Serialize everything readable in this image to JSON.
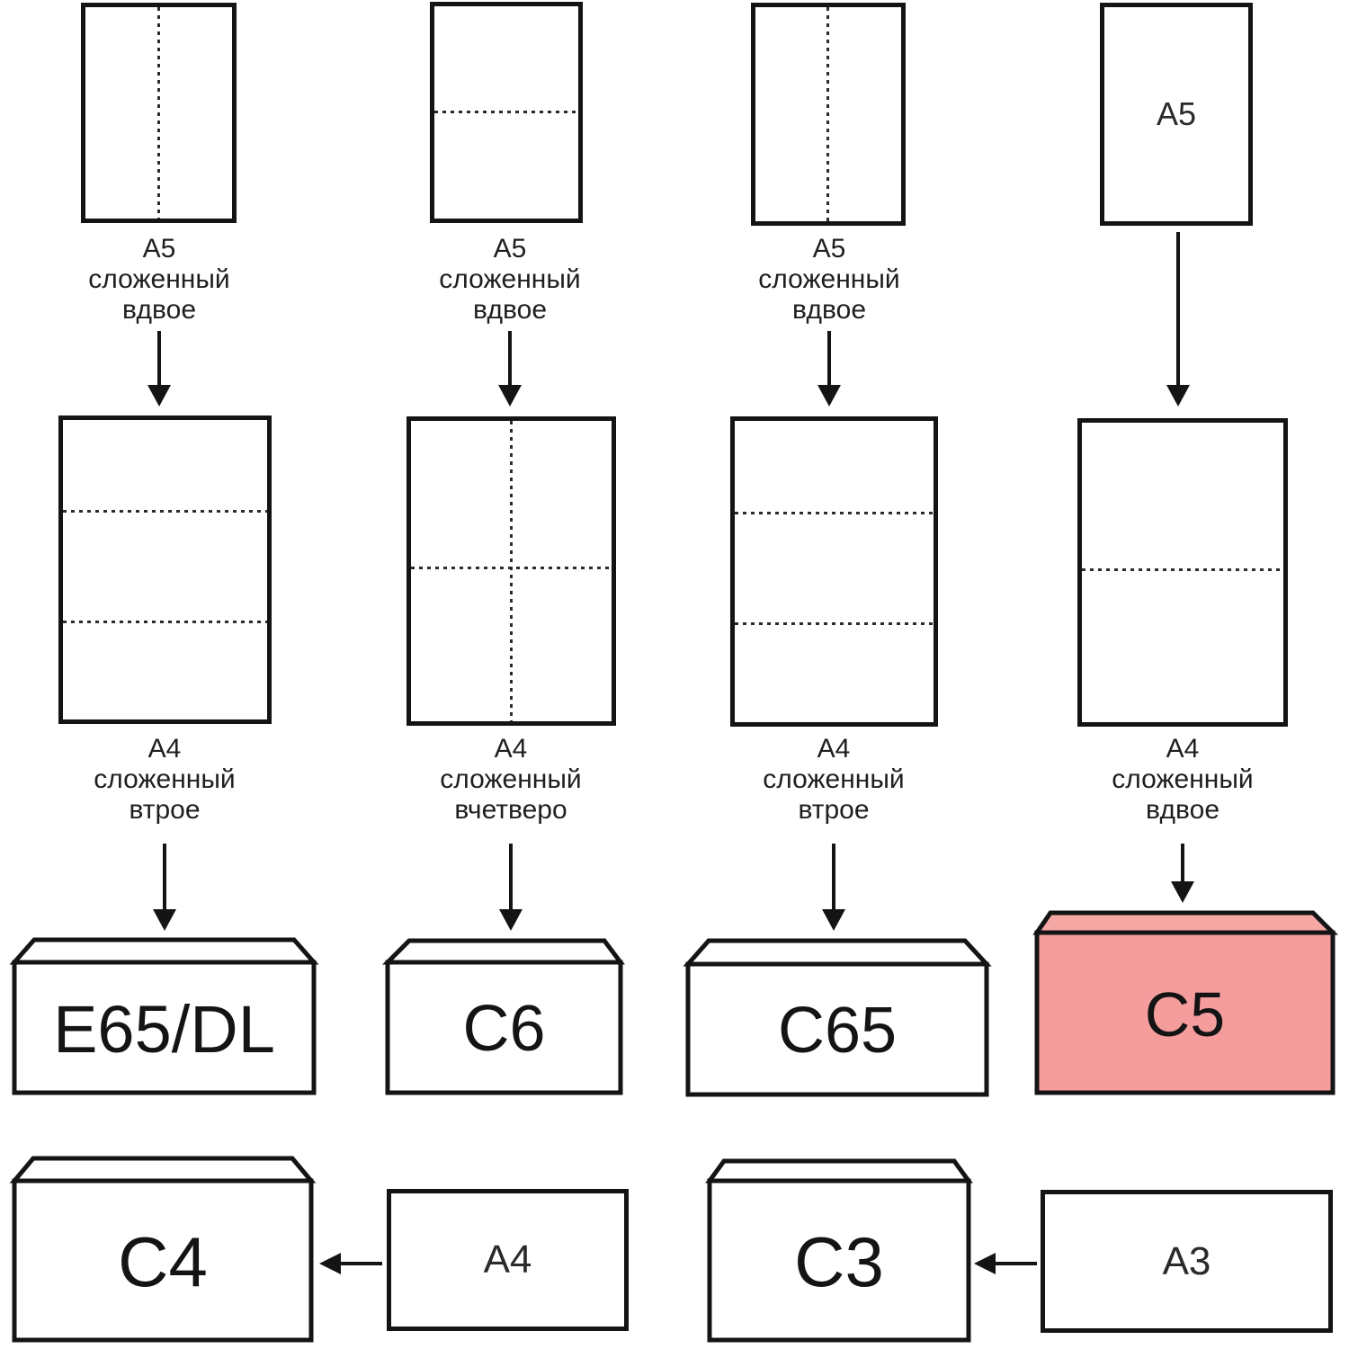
{
  "colors": {
    "background": "#ffffff",
    "stroke": "#141414",
    "text": "#1f1f1f",
    "highlight_flap": "#f4a7a3",
    "highlight_body": "#f59d9d"
  },
  "columns": [
    {
      "sheet1_caption": [
        "A5",
        "сложенный",
        "вдвое"
      ],
      "sheet2_caption": [
        "A4",
        "сложенный",
        "втрое"
      ],
      "envelope_label": "E65/DL",
      "envelope_flap_color": "#ffffff",
      "envelope_body_color": "#ffffff"
    },
    {
      "sheet1_caption": [
        "A5",
        "сложенный",
        "вдвое"
      ],
      "sheet2_caption": [
        "A4",
        "сложенный",
        "вчетверо"
      ],
      "envelope_label": "C6",
      "envelope_flap_color": "#ffffff",
      "envelope_body_color": "#ffffff"
    },
    {
      "sheet1_caption": [
        "A5",
        "сложенный",
        "вдвое"
      ],
      "sheet2_caption": [
        "A4",
        "сложенный",
        "втрое"
      ],
      "envelope_label": "C65",
      "envelope_flap_color": "#ffffff",
      "envelope_body_color": "#ffffff"
    },
    {
      "sheet1_label": "A5",
      "sheet2_caption": [
        "A4",
        "сложенный",
        "вдвое"
      ],
      "envelope_label": "C5",
      "envelope_flap_color": "#f4a7a3",
      "envelope_body_color": "#f59d9d"
    }
  ],
  "bottom_row": [
    {
      "envelope_label": "C4",
      "sheet_label": "A4",
      "envelope_flap_color": "#ffffff",
      "envelope_body_color": "#ffffff"
    },
    {
      "envelope_label": "C3",
      "sheet_label": "A3",
      "envelope_flap_color": "#ffffff",
      "envelope_body_color": "#ffffff"
    }
  ]
}
